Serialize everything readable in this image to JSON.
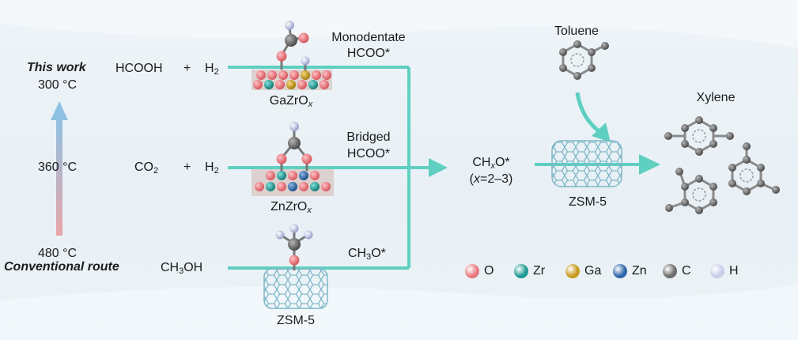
{
  "temperatures": {
    "top": "300 °C",
    "middle": "360 °C",
    "bottom": "480 °C"
  },
  "routes": {
    "this_work": "This work",
    "conventional": "Conventional route"
  },
  "reactants": {
    "hcooh": "HCOOH",
    "plus_1": "+",
    "h2_1": "H",
    "h2_1_sub": "2",
    "co2": "CO",
    "co2_sub": "2",
    "plus_2": "+",
    "h2_2": "H",
    "h2_2_sub": "2",
    "ch3oh_pre": "CH",
    "ch3oh_sub": "3",
    "ch3oh_post": "OH"
  },
  "intermediates": {
    "mono_line1": "Monodentate",
    "mono_line2": "HCOO*",
    "bridged_line1": "Bridged",
    "bridged_line2": "HCOO*",
    "ch3o_pre": "CH",
    "ch3o_sub": "3",
    "ch3o_post": "O*",
    "chxo_pre": "CH",
    "chxo_sub": "x",
    "chxo_post": "O*",
    "chxo_note_open": "(",
    "chxo_note_x": "x",
    "chxo_note_rest": "=2–3)"
  },
  "catalysts": {
    "gazro_pre": "GaZrO",
    "gazro_sub": "x",
    "znzro_pre": "ZnZrO",
    "znzro_sub": "x",
    "zsm5_bottom": "ZSM-5",
    "zsm5_right": "ZSM-5"
  },
  "products": {
    "toluene": "Toluene",
    "xylene": "Xylene"
  },
  "legend": [
    {
      "label": "O",
      "color": "#e8787e"
    },
    {
      "label": "Zr",
      "color": "#1f9a93"
    },
    {
      "label": "Ga",
      "color": "#c79b1c"
    },
    {
      "label": "Zn",
      "color": "#2f66a8"
    },
    {
      "label": "C",
      "color": "#6c6c6c"
    },
    {
      "label": "H",
      "color": "#c8cde8"
    }
  ],
  "colors": {
    "arrow": "#5ecfc0",
    "temp_arrow_top": "#8fc1e3",
    "temp_arrow_bottom": "#e9a4a6"
  }
}
